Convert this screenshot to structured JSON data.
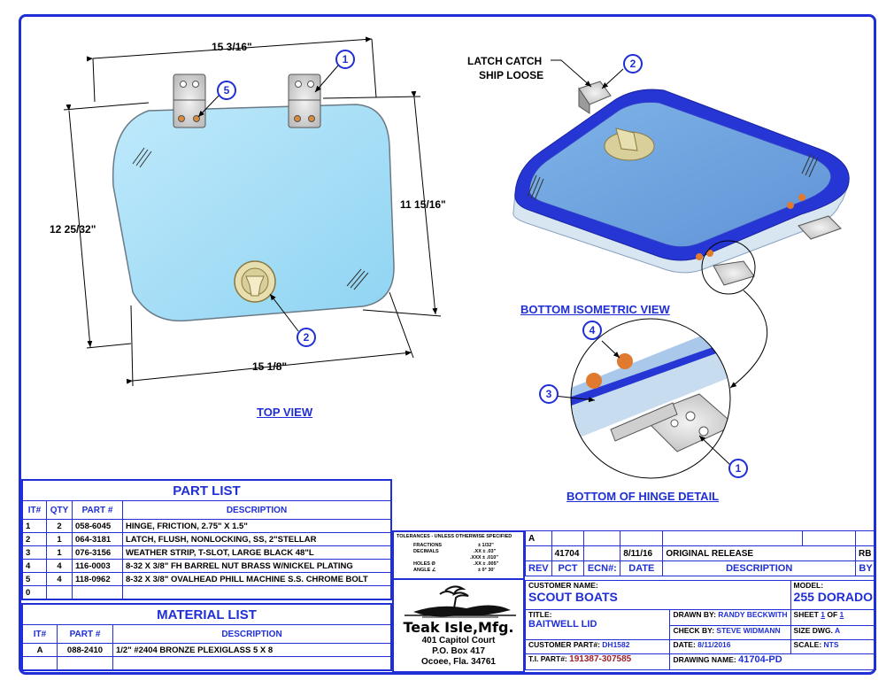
{
  "views": {
    "top_view": "TOP VIEW",
    "bottom_iso": "BOTTOM ISOMETRIC VIEW",
    "hinge_detail": "BOTTOM OF HINGE DETAIL"
  },
  "dimensions": {
    "top_width": "15 3/16\"",
    "left_height": "12 25/32\"",
    "right_height": "11 15/16\"",
    "bottom_width": "15 1/8\""
  },
  "callouts": {
    "latch_catch_1": "LATCH CATCH",
    "latch_catch_2": "SHIP LOOSE",
    "b1": "1",
    "b2": "2",
    "b3": "3",
    "b4": "4",
    "b5": "5"
  },
  "part_list": {
    "title": "PART LIST",
    "headers": [
      "IT#",
      "QTY",
      "PART #",
      "DESCRIPTION"
    ],
    "rows": [
      {
        "it": "1",
        "qty": "2",
        "part": "058-6045",
        "desc": "HINGE, FRICTION, 2.75\" X 1.5\""
      },
      {
        "it": "2",
        "qty": "1",
        "part": "064-3181",
        "desc": "LATCH, FLUSH, NONLOCKING, SS, 2\"STELLAR"
      },
      {
        "it": "3",
        "qty": "1",
        "part": "076-3156",
        "desc": "WEATHER STRIP, T-SLOT, LARGE BLACK 48\"L"
      },
      {
        "it": "4",
        "qty": "4",
        "part": "116-0003",
        "desc": "8-32 X 3/8\" FH BARREL NUT BRASS W/NICKEL PLATING"
      },
      {
        "it": "5",
        "qty": "4",
        "part": "118-0962",
        "desc": "8-32 X 3/8\" OVALHEAD PHILL MACHINE S.S. CHROME BOLT"
      },
      {
        "it": "0",
        "qty": "",
        "part": "",
        "desc": ""
      }
    ]
  },
  "material_list": {
    "title": "MATERIAL LIST",
    "headers": [
      "IT#",
      "PART #",
      "DESCRIPTION"
    ],
    "rows": [
      {
        "it": "A",
        "part": "088-2410",
        "desc": "1/2\" #2404 BRONZE PLEXIGLASS 5 X 8"
      }
    ]
  },
  "tolerances": {
    "title": "TOLERANCES - UNLESS OTHERWISE SPECIFIED",
    "fractions": "FRACTIONS",
    "fractions_val": "± 1/32\"",
    "decimals": "DECIMALS",
    "dec_xx": ".XX   ± .03\"",
    "dec_xxx": ".XXX  ± .010\"",
    "holes": "HOLES   Ø",
    "holes_val": ".XX   ± .005\"",
    "angle": "ANGLE   ∠",
    "angle_val": "± 0° 30'"
  },
  "company": {
    "name": "Teak Isle,Mfg.",
    "addr1": "401 Capitol Court",
    "addr2": "P.O. Box 417",
    "addr3": "Ocoee, Fla. 34761"
  },
  "revision": {
    "rev_letter": "A",
    "pct": "41704",
    "ecn": "",
    "date": "8/11/16",
    "description": "ORIGINAL RELEASE",
    "by": "RB",
    "headers": [
      "REV",
      "PCT",
      "ECN#:",
      "DATE",
      "DESCRIPTION",
      "BY"
    ]
  },
  "title_block": {
    "customer_label": "CUSTOMER NAME:",
    "customer": "SCOUT BOATS",
    "model_label": "MODEL:",
    "model": "255 DORADO",
    "title_label": "TITLE:",
    "title": "BAITWELL LID",
    "drawn_label": "DRAWN BY:",
    "drawn": "RANDY BECKWITH",
    "sheet_label": "SHEET",
    "sheet": "1",
    "of": "OF",
    "sheets": "1",
    "check_label": "CHECK BY:",
    "check": "STEVE WIDMANN",
    "size_label": "SIZE DWG.",
    "size": "A",
    "cust_part_label": "CUSTOMER PART#:",
    "cust_part": "DH1582",
    "date_label": "DATE:",
    "date": "8/11/2016",
    "scale_label": "SCALE:",
    "scale": "NTS",
    "ti_part_label": "T.I. PART#:",
    "ti_part": "191387-307585",
    "drawing_label": "DRAWING NAME:",
    "drawing": "41704-PD"
  }
}
